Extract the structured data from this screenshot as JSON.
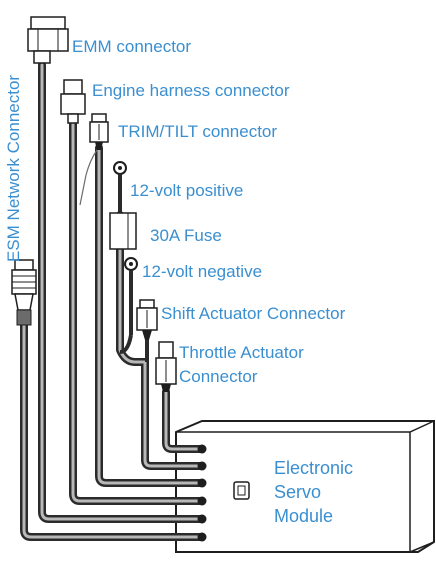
{
  "labels": {
    "emm": "EMM connector",
    "engine_harness": "Engine harness connector",
    "trim_tilt": "TRIM/TILT connector",
    "positive": "12-volt positive",
    "fuse": "30A Fuse",
    "negative": "12-volt negative",
    "shift": "Shift Actuator Connector",
    "throttle_line1": "Throttle Actuator",
    "throttle_line2": "Connector",
    "esm_network": "ESM  Network Connector"
  },
  "module": {
    "line1": "Electronic",
    "line2": "Servo",
    "line3": "Module"
  },
  "colors": {
    "label": "#3a8fd0",
    "cable": "#2b2b2b",
    "cable_highlight": "#b8b8b8",
    "outline": "#1e1e1e"
  }
}
